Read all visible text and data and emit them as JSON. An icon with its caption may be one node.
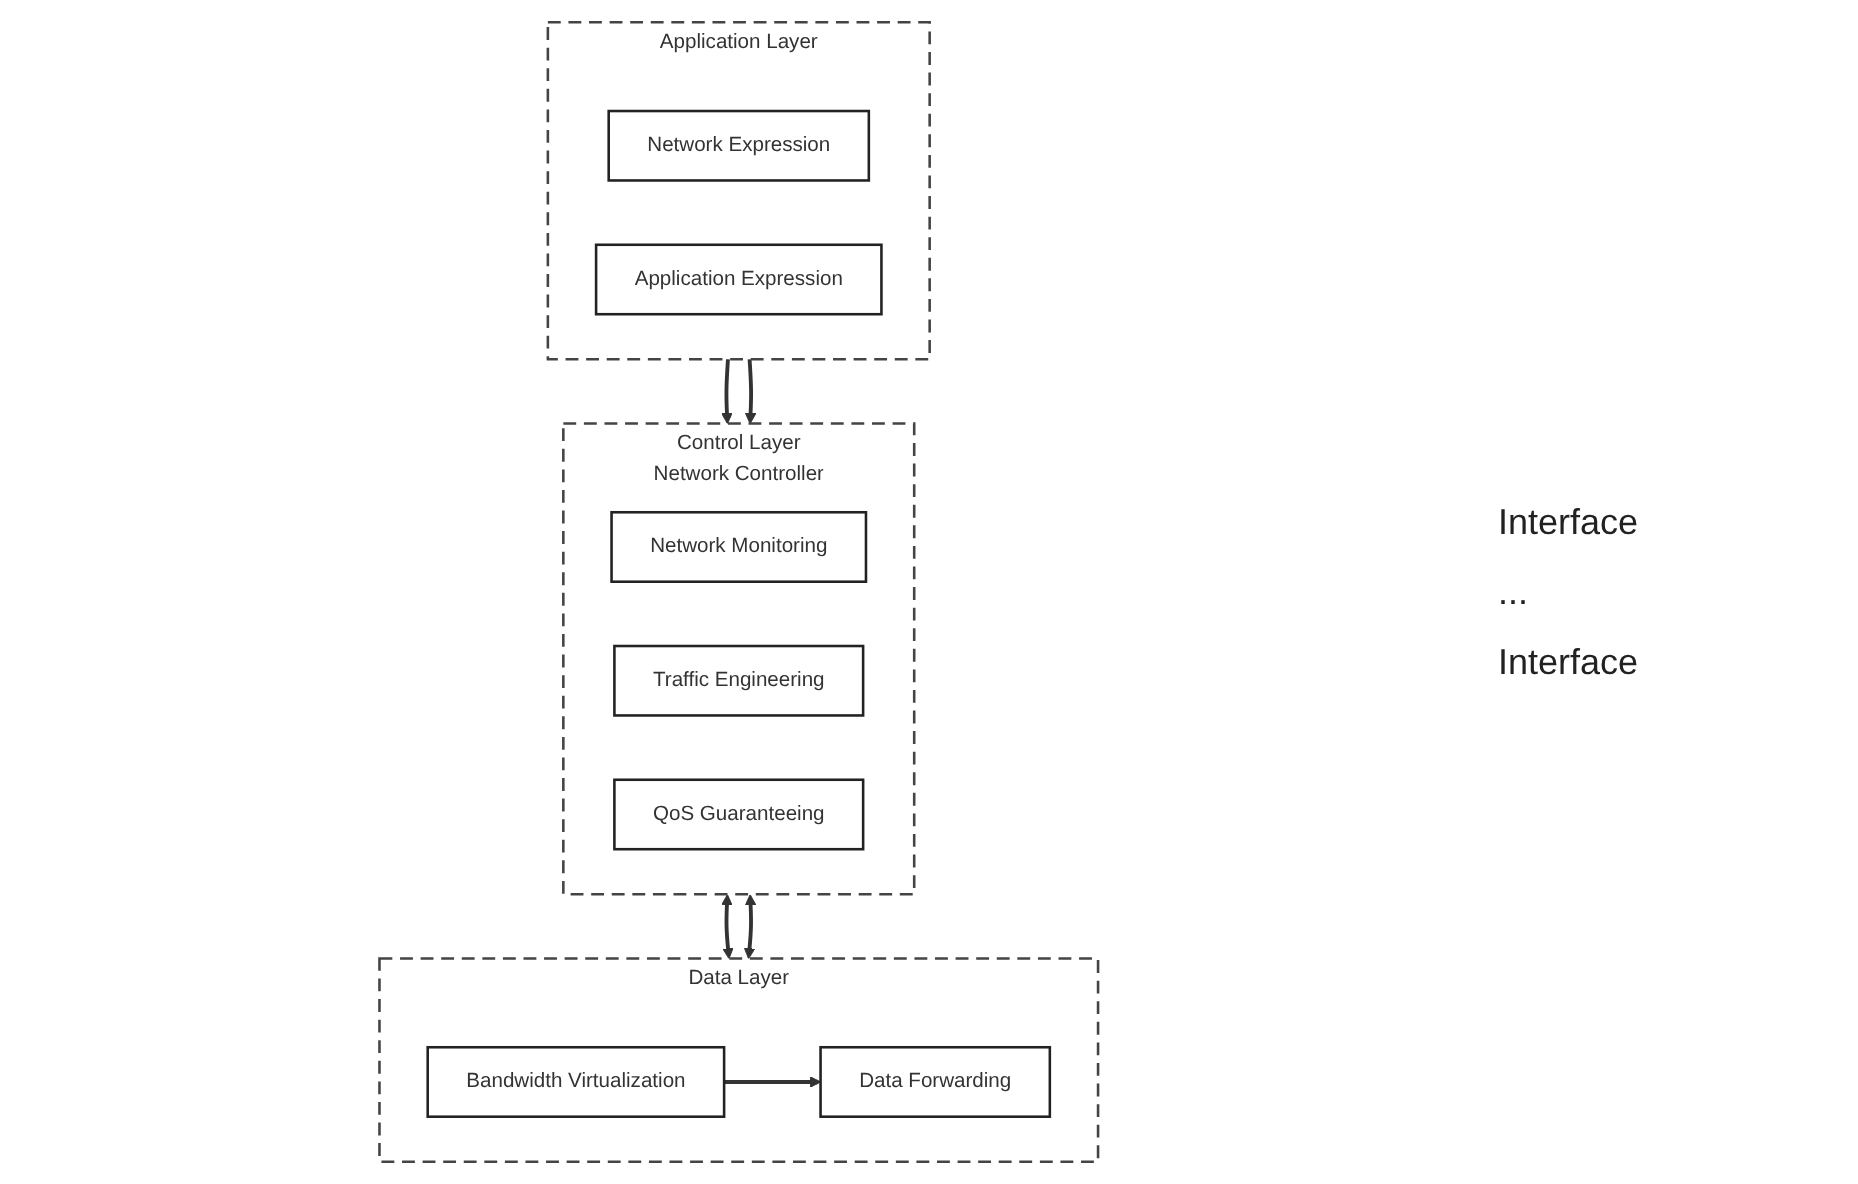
{
  "diagram": {
    "nodes": [
      {
        "text": [
          "Application Layer"
        ]
      },
      {
        "text": [
          "Network Expression"
        ],
        "in": 0
      },
      {
        "text": [
          "Application Expression"
        ],
        "in": 0
      },
      {
        "text": [
          "Control Layer",
          "Network Controller"
        ]
      },
      {
        "text": [
          "Network Monitoring"
        ],
        "in": 3
      },
      {
        "text": [
          "Traffic Engineering"
        ],
        "in": 3
      },
      {
        "text": [
          "QoS Guaranteeing"
        ],
        "in": 3
      },
      {
        "text": [
          "Data Layer"
        ]
      },
      {
        "text": [
          "Bandwidth Virtualization"
        ],
        "in": 7
      },
      {
        "text": [
          "Data Forwarding"
        ],
        "in": 7
      }
    ],
    "edges": [
      {
        "from": 0,
        "to": 3,
        "arrow": "to"
      },
      {
        "from": 0,
        "to": 3,
        "arrow": "to"
      },
      {
        "from": 3,
        "to": 7,
        "arrow": "both"
      },
      {
        "from": 3,
        "to": 7,
        "arrow": "both"
      },
      {
        "from": 8,
        "to": 9,
        "arrow": "to"
      }
    ],
    "labels": [
      "Interface",
      "...",
      "Interface"
    ]
  }
}
